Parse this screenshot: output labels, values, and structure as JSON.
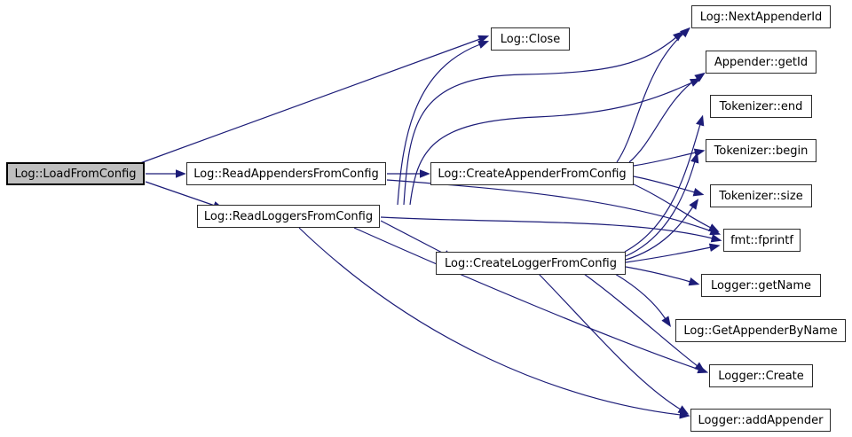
{
  "diagram": {
    "type": "doxygen-call-graph",
    "root": "Log::LoadFromConfig"
  },
  "colors": {
    "background": "#ffffff",
    "edge": "#1c1c78",
    "node_fill": "#ffffff",
    "node_border": "#2b2b2b",
    "root_node_fill": "#bfbfbf"
  },
  "nodes": [
    {
      "id": "load_from_config",
      "label": "Log::LoadFromConfig",
      "highlighted": true
    },
    {
      "id": "read_appenders",
      "label": "Log::ReadAppendersFromConfig",
      "highlighted": false
    },
    {
      "id": "read_loggers",
      "label": "Log::ReadLoggersFromConfig",
      "highlighted": false
    },
    {
      "id": "close",
      "label": "Log::Close",
      "highlighted": false
    },
    {
      "id": "create_appender",
      "label": "Log::CreateAppenderFromConfig",
      "highlighted": false
    },
    {
      "id": "create_logger",
      "label": "Log::CreateLoggerFromConfig",
      "highlighted": false
    },
    {
      "id": "next_appender_id",
      "label": "Log::NextAppenderId",
      "highlighted": false
    },
    {
      "id": "appender_get_id",
      "label": "Appender::getId",
      "highlighted": false
    },
    {
      "id": "tokenizer_end",
      "label": "Tokenizer::end",
      "highlighted": false
    },
    {
      "id": "tokenizer_begin",
      "label": "Tokenizer::begin",
      "highlighted": false
    },
    {
      "id": "tokenizer_size",
      "label": "Tokenizer::size",
      "highlighted": false
    },
    {
      "id": "fmt_fprintf",
      "label": "fmt::fprintf",
      "highlighted": false
    },
    {
      "id": "logger_get_name",
      "label": "Logger::getName",
      "highlighted": false
    },
    {
      "id": "get_appender_by_name",
      "label": "Log::GetAppenderByName",
      "highlighted": false
    },
    {
      "id": "logger_create",
      "label": "Logger::Create",
      "highlighted": false
    },
    {
      "id": "logger_add_appender",
      "label": "Logger::addAppender",
      "highlighted": false
    }
  ],
  "edges": [
    {
      "from": "load_from_config",
      "to": "read_appenders"
    },
    {
      "from": "load_from_config",
      "to": "read_loggers"
    },
    {
      "from": "load_from_config",
      "to": "close"
    },
    {
      "from": "read_appenders",
      "to": "create_appender"
    },
    {
      "from": "read_appenders",
      "to": "fmt_fprintf"
    },
    {
      "from": "read_loggers",
      "to": "create_logger"
    },
    {
      "from": "read_loggers",
      "to": "close"
    },
    {
      "from": "read_loggers",
      "to": "next_appender_id"
    },
    {
      "from": "read_loggers",
      "to": "appender_get_id"
    },
    {
      "from": "read_loggers",
      "to": "fmt_fprintf"
    },
    {
      "from": "read_loggers",
      "to": "logger_create"
    },
    {
      "from": "read_loggers",
      "to": "logger_add_appender"
    },
    {
      "from": "create_appender",
      "to": "next_appender_id"
    },
    {
      "from": "create_appender",
      "to": "appender_get_id"
    },
    {
      "from": "create_appender",
      "to": "tokenizer_begin"
    },
    {
      "from": "create_appender",
      "to": "tokenizer_size"
    },
    {
      "from": "create_appender",
      "to": "fmt_fprintf"
    },
    {
      "from": "create_logger",
      "to": "tokenizer_end"
    },
    {
      "from": "create_logger",
      "to": "tokenizer_begin"
    },
    {
      "from": "create_logger",
      "to": "tokenizer_size"
    },
    {
      "from": "create_logger",
      "to": "fmt_fprintf"
    },
    {
      "from": "create_logger",
      "to": "logger_get_name"
    },
    {
      "from": "create_logger",
      "to": "get_appender_by_name"
    },
    {
      "from": "create_logger",
      "to": "logger_create"
    },
    {
      "from": "create_logger",
      "to": "logger_add_appender"
    }
  ]
}
